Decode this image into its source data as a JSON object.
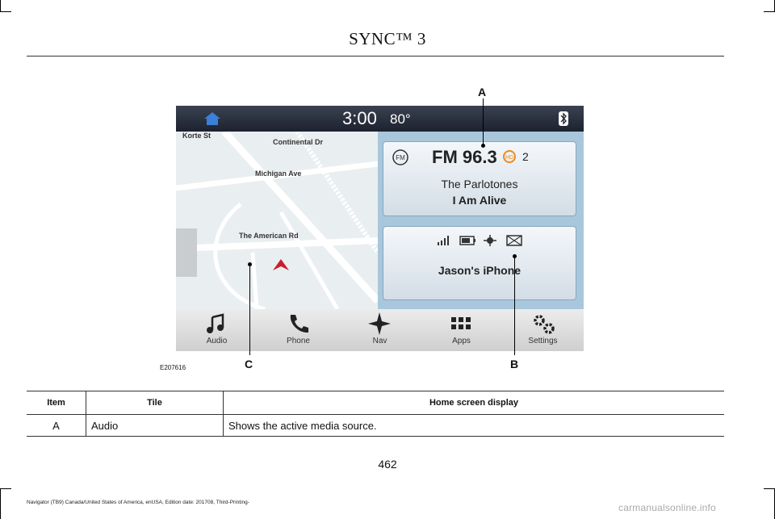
{
  "header": {
    "title": "SYNC™ 3"
  },
  "screen": {
    "clock": "3:00",
    "temperature": "80°",
    "map_labels": [
      "Korte St",
      "Continental Dr",
      "Michigan Ave",
      "The American Rd"
    ],
    "audio_tile": {
      "station": "FM 96.3",
      "hd_channel": "2",
      "artist": "The Parlotones",
      "song": "I Am Alive"
    },
    "phone_tile": {
      "device_name": "Jason's iPhone"
    },
    "dock": [
      "Audio",
      "Phone",
      "Nav",
      "Apps",
      "Settings"
    ],
    "colors": {
      "home_icon": "#3c7fd6",
      "tile_bg": "#a8c7dd",
      "nav_arrow": "#c8202a",
      "hd_icon": "#f08a1c"
    }
  },
  "callouts": {
    "a": "A",
    "b": "B",
    "c": "C"
  },
  "figure_id": "E207616",
  "table": {
    "headers": {
      "item": "Item",
      "tile": "Tile",
      "desc": "Home screen display"
    },
    "rows": [
      {
        "item": "A",
        "tile": "Audio",
        "desc": "Shows the active media source."
      }
    ]
  },
  "page_number": "462",
  "footer": "Navigator (TB9) Canada/United States of America, enUSA, Edition date: 201708, Third-Printing-",
  "watermark": "carmanualsonline.info"
}
